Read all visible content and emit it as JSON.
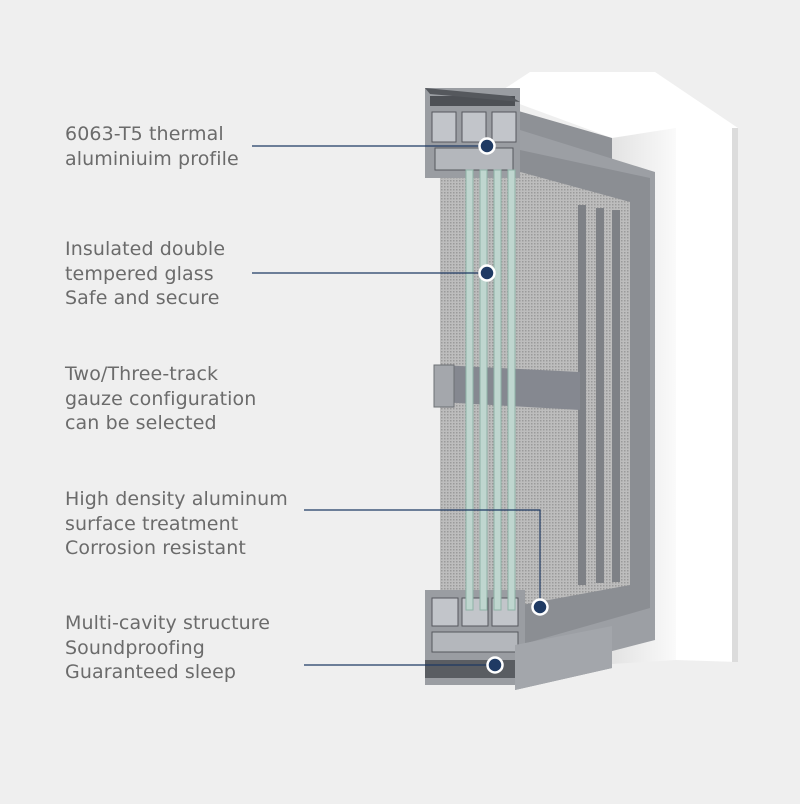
{
  "features": [
    {
      "lines": [
        "6063-T5 thermal",
        "aluminiuim profile"
      ]
    },
    {
      "lines": [
        "Insulated double",
        "tempered glass",
        "Safe and secure"
      ]
    },
    {
      "lines": [
        "Two/Three-track",
        "gauze configuration",
        "can be selected"
      ]
    },
    {
      "lines": [
        "High density aluminum",
        "surface treatment",
        "Corrosion resistant"
      ]
    },
    {
      "lines": [
        "Multi-cavity structure",
        "Soundproofing",
        "Guaranteed sleep"
      ]
    }
  ],
  "colors": {
    "background": "#efefef",
    "text": "#6b6b6b",
    "callout": "#1f3a63",
    "wall": "#ffffff",
    "frame": "#8e9196",
    "glass": "#bfd6cf"
  }
}
